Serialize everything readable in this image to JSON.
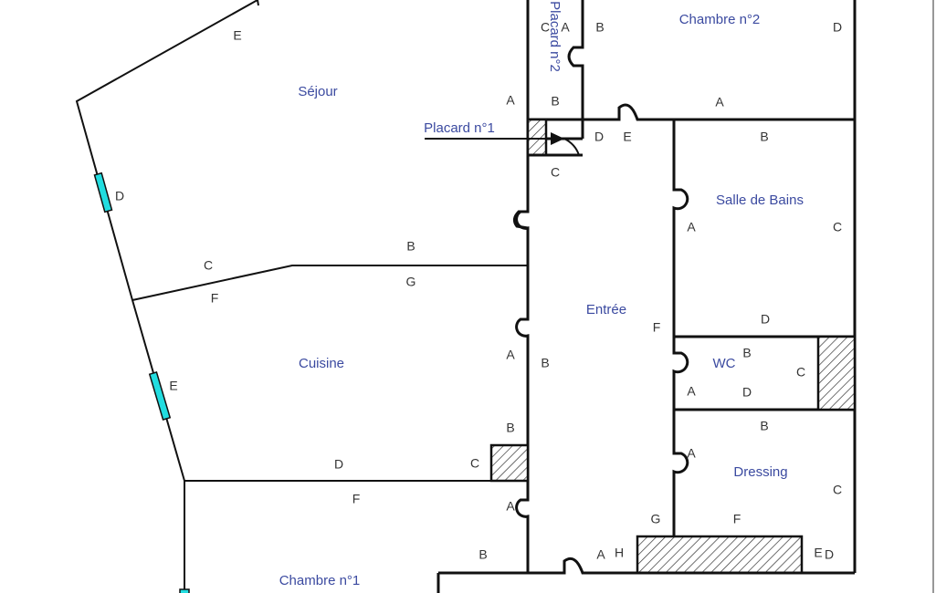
{
  "colors": {
    "room_label": "#3b4aa0",
    "window": "#22dde0",
    "wall": "#111111"
  },
  "rooms": {
    "sejour": "Séjour",
    "chambre2": "Chambre n°2",
    "placard1": "Placard n°1",
    "placard2": "Placard n°2",
    "salle_de_bains": "Salle de Bains",
    "entree": "Entrée",
    "wc": "WC",
    "cuisine": "Cuisine",
    "dressing": "Dressing",
    "chambre1": "Chambre n°1"
  },
  "wall_letters": [
    "E",
    "A",
    "B",
    "C",
    "A",
    "B",
    "D",
    "A",
    "D",
    "E",
    "C",
    "B",
    "D",
    "A",
    "C",
    "B",
    "C",
    "G",
    "F",
    "D",
    "F",
    "A",
    "B",
    "B",
    "C",
    "E",
    "A",
    "D",
    "B",
    "B",
    "C",
    "D",
    "A",
    "C",
    "F",
    "A",
    "G",
    "F",
    "B",
    "A",
    "H",
    "E",
    "D"
  ]
}
